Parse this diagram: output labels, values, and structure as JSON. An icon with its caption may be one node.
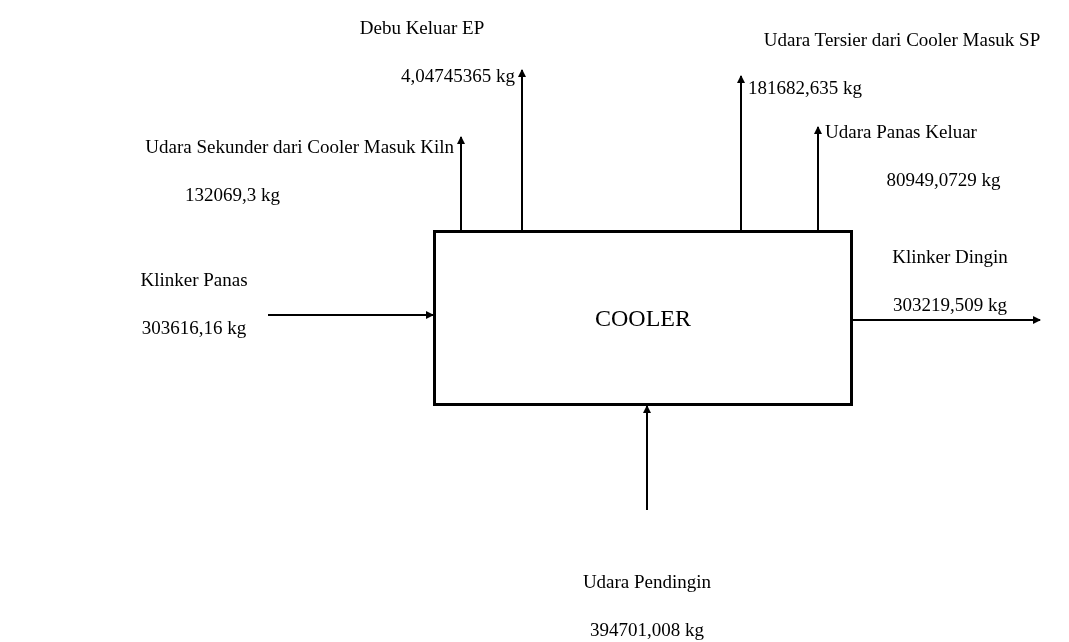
{
  "diagram": {
    "nodes": [
      {
        "text": [
          "Debu Keluar EP",
          "4,04745365 kg"
        ]
      },
      {
        "text": [
          "Udara Tersier dari Cooler Masuk SP",
          "181682,635 kg"
        ]
      },
      {
        "text": [
          "Udara Sekunder dari Cooler Masuk Kiln",
          "132069,3 kg"
        ]
      },
      {
        "text": [
          "Udara Panas Keluar",
          "80949,0729 kg"
        ]
      },
      {
        "text": [
          "Klinker Dingin",
          "303219,509 kg"
        ]
      },
      {
        "text": [
          "Klinker Panas",
          "303616,16 kg"
        ]
      },
      {
        "text": [
          "COOLER"
        ]
      },
      {
        "text": [
          "Udara Pendingin",
          "394701,008 kg"
        ]
      }
    ],
    "edges": [
      {
        "from": 5,
        "to": 6,
        "arrow": "to"
      },
      {
        "from": 6,
        "to": 2,
        "arrow": "to"
      },
      {
        "from": 6,
        "to": 0,
        "arrow": "to"
      },
      {
        "from": 6,
        "to": 1,
        "arrow": "to"
      },
      {
        "from": 6,
        "to": 3,
        "arrow": "to"
      },
      {
        "from": 6,
        "to": 4,
        "arrow": "to"
      },
      {
        "from": 7,
        "to": 6,
        "arrow": "to"
      }
    ]
  }
}
